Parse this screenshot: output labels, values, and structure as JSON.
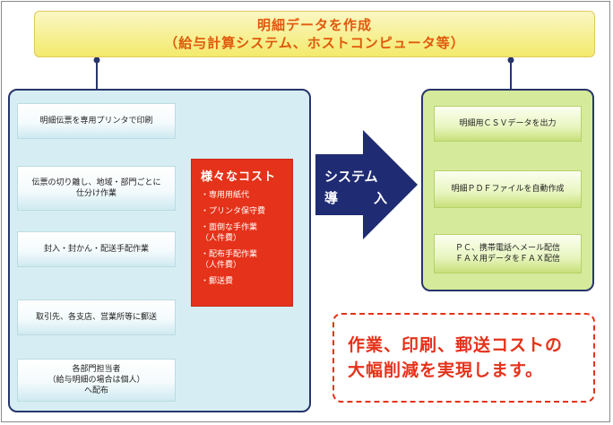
{
  "header": {
    "line1": "明細データを作成",
    "line2": "（給与計算システム、ホストコンピュータ等）"
  },
  "left_flow": {
    "steps": [
      {
        "line1": "明細伝票を専用プリンタで印刷",
        "line2": ""
      },
      {
        "line1": "伝票の切り離し、地域・部門ごとに",
        "line2": "仕分け作業"
      },
      {
        "line1": "封入・封かん・配送手配作業",
        "line2": ""
      },
      {
        "line1": "取引先、各支店、営業所等に郵送",
        "line2": ""
      },
      {
        "line1": "各部門担当者",
        "line2": "（給与明細の場合は個人）",
        "line3": "へ配布"
      }
    ]
  },
  "costs": {
    "title": "様々なコスト",
    "items": [
      {
        "line1": "・専用用紙代",
        "line2": ""
      },
      {
        "line1": "・プリンタ保守費",
        "line2": ""
      },
      {
        "line1": "・面倒な手作業",
        "line2": "（人件費）"
      },
      {
        "line1": "・配布手配作業",
        "line2": "（人件費）"
      },
      {
        "line1": "・郵送費",
        "line2": ""
      }
    ]
  },
  "transition": {
    "line1": "システム",
    "line2a": "導",
    "line2b": "入"
  },
  "right_flow": {
    "steps": [
      {
        "line1": "明細用ＣＳＶデータを出力",
        "line2": ""
      },
      {
        "line1": "明細ＰＤＦファイルを自動作成",
        "line2": ""
      },
      {
        "line1": "ＰＣ、携帯電話へメール配信",
        "line2": "ＦＡＸ用データをＦＡＸ配信"
      }
    ]
  },
  "result": {
    "line1": "作業、印刷、郵送コストの",
    "line2": "大幅削減を実現します。"
  },
  "colors": {
    "arrow": "#27356b",
    "cost_red": "#e5321a",
    "header_orange": "#e0590c",
    "left_panel": "#d6eef3",
    "right_panel": "#d5ea9a"
  }
}
